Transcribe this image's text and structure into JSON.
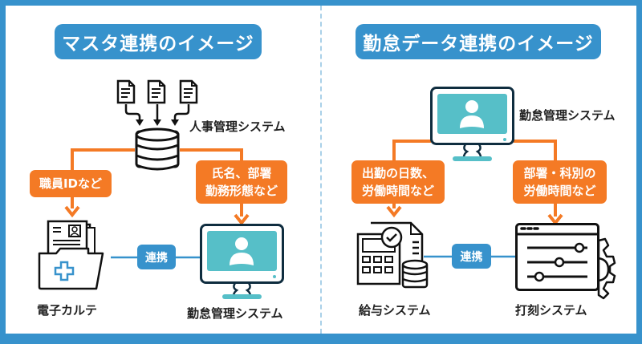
{
  "left": {
    "title": "マスタ連携のイメージ",
    "source_label": "人事管理システム",
    "flow_left_label": "職員IDなど",
    "flow_right_label_lines": [
      "氏名、部署",
      "勤務形態など"
    ],
    "node_left_label": "電子カルテ",
    "node_right_label": "勤怠管理システム",
    "link_label": "連携"
  },
  "right": {
    "title": "勤怠データ連携のイメージ",
    "source_label": "勤怠管理システム",
    "flow_left_label_lines": [
      "出勤の日数、",
      "労働時間など"
    ],
    "flow_right_label_lines": [
      "部署・科別の",
      "労働時間など"
    ],
    "node_left_label": "給与システム",
    "node_right_label": "打刻システム",
    "link_label": "連携"
  },
  "colors": {
    "frame": "#3792cc",
    "orange": "#f47a25",
    "teal": "#56bfc8",
    "dark": "#0f2d3f",
    "divider": "#a9d0e8"
  },
  "icons": {
    "documents": "document-icon",
    "database": "database-icon",
    "monitor": "monitor-user-icon",
    "medical_folder": "medical-record-folder-icon",
    "payroll": "payroll-calculator-icon",
    "timeclock": "settings-window-icon"
  }
}
